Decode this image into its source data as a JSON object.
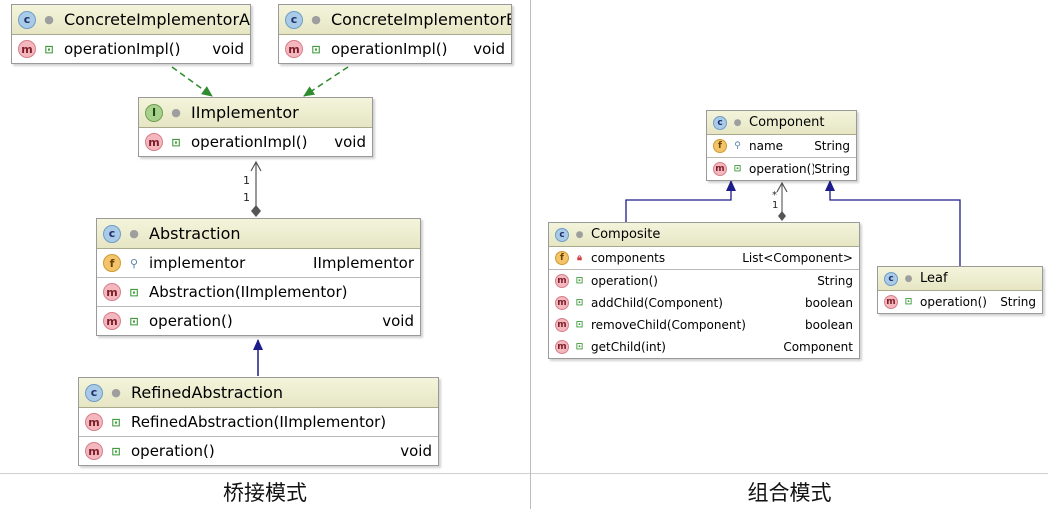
{
  "captions": {
    "bridge": "桥接模式",
    "composite": "组合模式"
  },
  "icon_letters": {
    "class": "c",
    "interface": "I",
    "method": "m",
    "field": "f"
  },
  "multiplicity": {
    "bridge_top": "1",
    "bridge_bottom": "1",
    "composite_top": "*",
    "composite_bottom": "1"
  },
  "classes": {
    "concreteA": {
      "kind": "class",
      "name": "ConcreteImplementorA",
      "methods": [
        {
          "name": "operationImpl()",
          "type": "void",
          "visibility": "public"
        }
      ]
    },
    "concreteB": {
      "kind": "class",
      "name": "ConcreteImplementorB",
      "methods": [
        {
          "name": "operationImpl()",
          "type": "void",
          "visibility": "public"
        }
      ]
    },
    "iimplementor": {
      "kind": "interface",
      "name": "IImplementor",
      "methods": [
        {
          "name": "operationImpl()",
          "type": "void",
          "visibility": "public"
        }
      ]
    },
    "abstraction": {
      "kind": "class",
      "name": "Abstraction",
      "fields": [
        {
          "name": "implementor",
          "type": "IImplementor",
          "visibility": "package"
        }
      ],
      "constructors": [
        {
          "name": "Abstraction(IImplementor)",
          "type": "",
          "visibility": "public"
        }
      ],
      "methods": [
        {
          "name": "operation()",
          "type": "void",
          "visibility": "public"
        }
      ]
    },
    "refined": {
      "kind": "class",
      "name": "RefinedAbstraction",
      "constructors": [
        {
          "name": "RefinedAbstraction(IImplementor)",
          "type": "",
          "visibility": "public"
        }
      ],
      "methods": [
        {
          "name": "operation()",
          "type": "void",
          "visibility": "public"
        }
      ]
    },
    "component": {
      "kind": "abstract-class",
      "name": "Component",
      "fields": [
        {
          "name": "name",
          "type": "String",
          "visibility": "package"
        }
      ],
      "methods": [
        {
          "name": "operation()",
          "type": "String",
          "visibility": "public"
        }
      ]
    },
    "composite": {
      "kind": "class",
      "name": "Composite",
      "fields": [
        {
          "name": "components",
          "type": "List<Component>",
          "visibility": "private"
        }
      ],
      "methods": [
        {
          "name": "operation()",
          "type": "String",
          "visibility": "public"
        },
        {
          "name": "addChild(Component)",
          "type": "boolean",
          "visibility": "public"
        },
        {
          "name": "removeChild(Component)",
          "type": "boolean",
          "visibility": "public"
        },
        {
          "name": "getChild(int)",
          "type": "Component",
          "visibility": "public"
        }
      ]
    },
    "leaf": {
      "kind": "class",
      "name": "Leaf",
      "methods": [
        {
          "name": "operation()",
          "type": "String",
          "visibility": "public"
        }
      ]
    }
  },
  "colors": {
    "implementation_arrow": "#2e8b2e",
    "generalization_arrow": "#1c1c8a",
    "aggregation_line": "#555555",
    "header_bg": "#eeeed2",
    "class_icon": "#a9cbe8",
    "interface_icon": "#a8d08d",
    "method_icon": "#f4b7bd",
    "field_icon": "#f3c46b"
  }
}
